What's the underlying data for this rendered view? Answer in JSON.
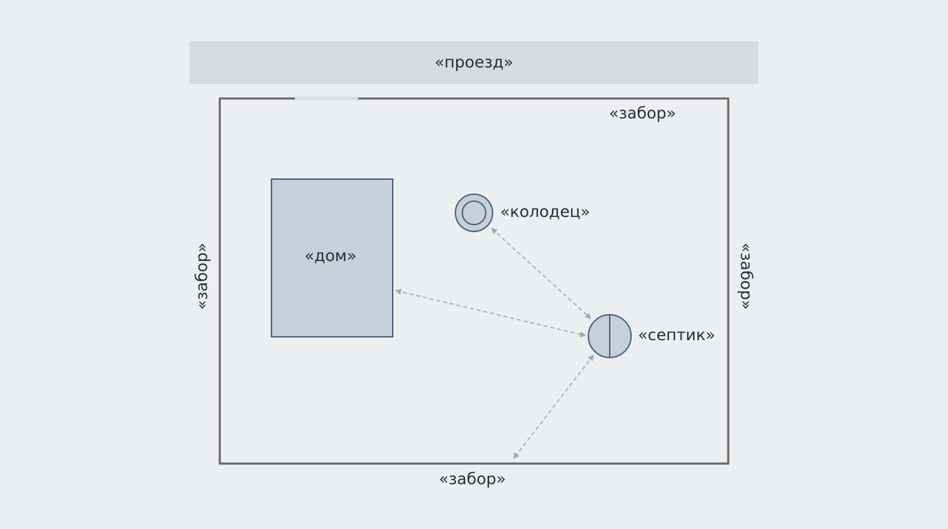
{
  "road": {
    "label": "«проезд»"
  },
  "fence": {
    "top_label": "«забор»",
    "left_label": "«забор»",
    "right_label": "«забор»",
    "bottom_label": "«забор»"
  },
  "house": {
    "label": "«дом»"
  },
  "well": {
    "label": "«колодец»"
  },
  "septic": {
    "label": "«септик»"
  },
  "colors": {
    "fence": "#6e6461",
    "house_fill": "#c5d0da",
    "outline": "#4e607a",
    "arrow": "#a6a8ab",
    "road": "#d7dbe0",
    "background": "#eceff2"
  }
}
